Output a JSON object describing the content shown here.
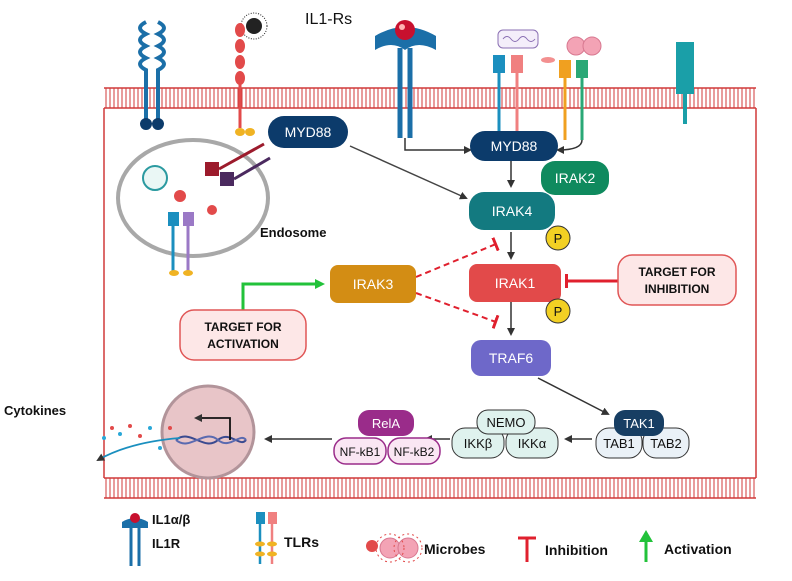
{
  "receptor_label": "IL1-Rs",
  "nodes": {
    "myd88_endosome": "MYD88",
    "myd88_main": "MYD88",
    "irak2": "IRAK2",
    "irak4": "IRAK4",
    "irak1": "IRAK1",
    "irak3": "IRAK3",
    "traf6": "TRAF6",
    "tak1": "TAK1",
    "tab1": "TAB1",
    "tab2": "TAB2",
    "nemo": "NEMO",
    "ikkb": "IKKβ",
    "ikka": "IKKα",
    "rela": "RelA",
    "nfkb1": "NF-kB1",
    "nfkb2": "NF-kB2",
    "phospho": "P"
  },
  "labels": {
    "endosome": "Endosome",
    "cytokines": "Cytokines",
    "target_inhibition_line1": "TARGET FOR",
    "target_inhibition_line2": "INHIBITION",
    "target_activation_line1": "TARGET FOR",
    "target_activation_line2": "ACTIVATION"
  },
  "legend": {
    "il1": "IL1α/β",
    "il1r": "IL1R",
    "tlrs": "TLRs",
    "microbes": "Microbes",
    "inhibition": "Inhibition",
    "activation": "Activation"
  },
  "colors": {
    "membrane": "#d03a3a",
    "myd88": "#0c3b6b",
    "irak_green": "#0f8a5e",
    "irak4_teal": "#137a80",
    "irak1_red": "#e24a4a",
    "irak3_gold": "#d38d14",
    "traf6_purple": "#6e68c9",
    "tak1_navy": "#173e63",
    "nemo_teal": "#dff2ee",
    "rela_purple": "#9a2c8a",
    "nfkb_pink": "#fae6f3",
    "phospho_yellow": "#f2d023",
    "inhibition_red": "#e0202e",
    "activation_green": "#22c23a"
  }
}
